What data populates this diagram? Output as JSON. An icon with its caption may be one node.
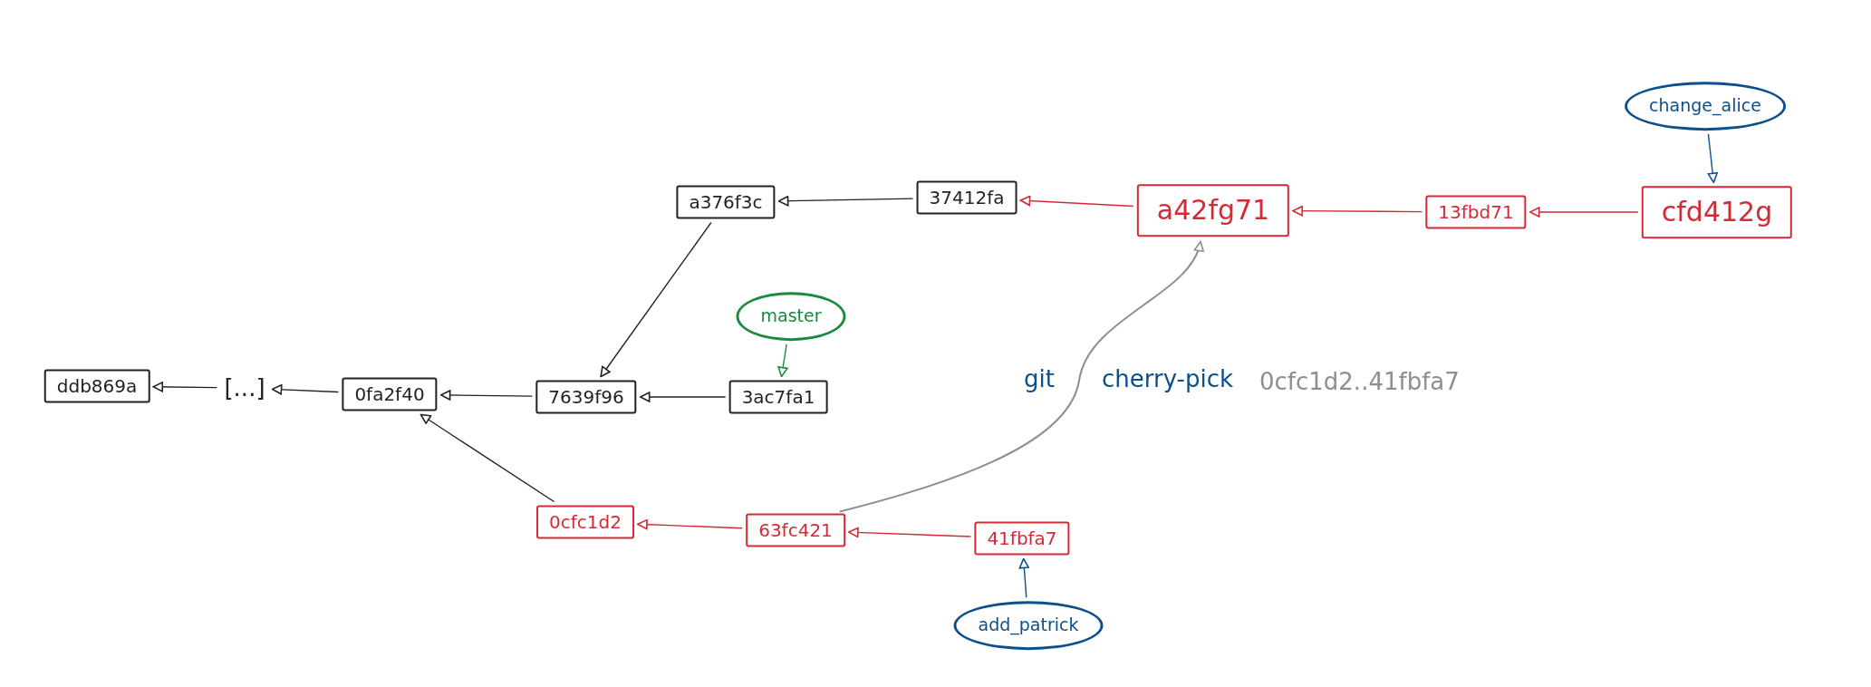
{
  "diagram": {
    "nodes": [
      {
        "text": [
          "ddb869a"
        ]
      },
      {
        "text": [
          "[...]"
        ]
      },
      {
        "text": [
          "0fa2f40"
        ]
      },
      {
        "text": [
          "7639f96"
        ]
      },
      {
        "text": [
          "3ac7fa1"
        ]
      },
      {
        "text": [
          "master"
        ]
      },
      {
        "text": [
          "a376f3c"
        ]
      },
      {
        "text": [
          "37412fa"
        ]
      },
      {
        "text": [
          "a42fg71"
        ]
      },
      {
        "text": [
          "13fbd71"
        ]
      },
      {
        "text": [
          "cfd412g"
        ]
      },
      {
        "text": [
          "change_alice"
        ]
      },
      {
        "text": [
          "0cfc1d2"
        ]
      },
      {
        "text": [
          "63fc421"
        ]
      },
      {
        "text": [
          "41fbfa7"
        ]
      },
      {
        "text": [
          "add_patrick"
        ]
      }
    ],
    "edges": [
      {
        "from": 1,
        "to": 0,
        "arrow": "to"
      },
      {
        "from": 2,
        "to": 1,
        "arrow": "to"
      },
      {
        "from": 3,
        "to": 2,
        "arrow": "to"
      },
      {
        "from": 4,
        "to": 3,
        "arrow": "to"
      },
      {
        "from": 5,
        "to": 4,
        "arrow": "to",
        "color": "#1b8a3f"
      },
      {
        "from": 6,
        "to": 3,
        "arrow": "to"
      },
      {
        "from": 7,
        "to": 6,
        "arrow": "to"
      },
      {
        "from": 8,
        "to": 7,
        "arrow": "to",
        "color": "#d42a35"
      },
      {
        "from": 9,
        "to": 8,
        "arrow": "to",
        "color": "#d42a35"
      },
      {
        "from": 10,
        "to": 9,
        "arrow": "to",
        "color": "#d42a35"
      },
      {
        "from": 11,
        "to": 10,
        "arrow": "to",
        "color": "#0d4f8b"
      },
      {
        "from": 12,
        "to": 2,
        "arrow": "to"
      },
      {
        "from": 13,
        "to": 12,
        "arrow": "to",
        "color": "#d42a35"
      },
      {
        "from": 14,
        "to": 13,
        "arrow": "to",
        "color": "#d42a35"
      },
      {
        "from": 15,
        "to": 14,
        "arrow": "to",
        "color": "#0d4f8b"
      },
      {
        "from": 13,
        "to": 8,
        "arrow": "to",
        "color": "#8a8f94"
      }
    ],
    "labels": [
      "git",
      "cherry-pick",
      "0cfc1d2..41fbfa7"
    ]
  }
}
